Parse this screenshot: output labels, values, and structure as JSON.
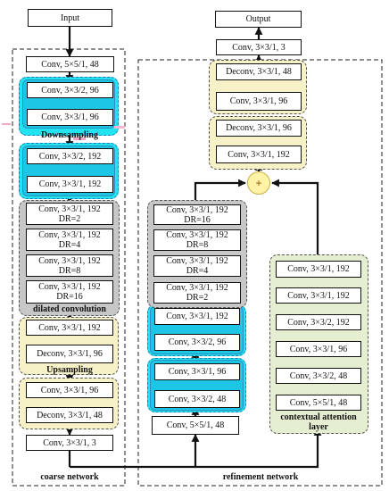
{
  "input_label": "Input",
  "output_label": "Output",
  "colors": {
    "cyan": "#22e3f0",
    "gray": "#c7c7c7",
    "cream": "#f7f1c7",
    "green": "#e6eed2",
    "adder": "#fff3a8"
  },
  "coarse": {
    "section_label": "coarse network",
    "conv1": "Conv, 5×5/1, 48",
    "ds1": "Conv, 3×3/2, 96",
    "ds2": "Conv, 3×3/1, 96",
    "downsampling_label": "Downsampling",
    "ds3": "Conv, 3×3/2, 192",
    "ds4": "Conv, 3×3/1, 192",
    "dil": [
      {
        "l1": "Conv, 3×3/1, 192",
        "l2": "DR=2"
      },
      {
        "l1": "Conv, 3×3/1, 192",
        "l2": "DR=4"
      },
      {
        "l1": "Conv, 3×3/1, 192",
        "l2": "DR=8"
      },
      {
        "l1": "Conv, 3×3/1, 192",
        "l2": "DR=16"
      }
    ],
    "dilated_label": "dilated convolution",
    "up1": "Conv, 3×3/1, 192",
    "up2": "Deconv, 3×3/1, 96",
    "upsampling_label": "Upsampling",
    "up3": "Conv, 3×3/1, 96",
    "up4": "Deconv, 3×3/1, 48",
    "last": "Conv, 3×3/1, 3"
  },
  "refine": {
    "section_label": "refinement network",
    "conv1": "Conv, 5×5/1, 48",
    "b1": "Conv, 3×3/2, 48",
    "b2": "Conv, 3×3/1, 96",
    "b3": "Conv, 3×3/2, 96",
    "b4": "Conv, 3×3/1, 192",
    "dil": [
      {
        "l1": "Conv, 3×3/1, 192",
        "l2": "DR=2"
      },
      {
        "l1": "Conv, 3×3/1, 192",
        "l2": "DR=4"
      },
      {
        "l1": "Conv, 3×3/1, 192",
        "l2": "DR=8"
      },
      {
        "l1": "Conv, 3×3/1, 192",
        "l2": "DR=16"
      }
    ],
    "plus": "+",
    "u1": "Conv, 3×3/1, 192",
    "u2": "Deconv, 3×3/1, 96",
    "u3": "Conv, 3×3/1, 96",
    "u4": "Deconv, 3×3/1, 48",
    "out": "Conv, 3×3/1, 3"
  },
  "attention": {
    "label_l1": "contextual attention",
    "label_l2": "layer",
    "c1": "Conv, 5×5/1, 48",
    "c2": "Conv, 3×3/2, 48",
    "c3": "Conv, 3×3/1, 96",
    "c4": "Conv, 3×3/2, 192",
    "c5": "Conv, 3×3/1, 192",
    "c6": "Conv, 3×3/1, 192"
  }
}
